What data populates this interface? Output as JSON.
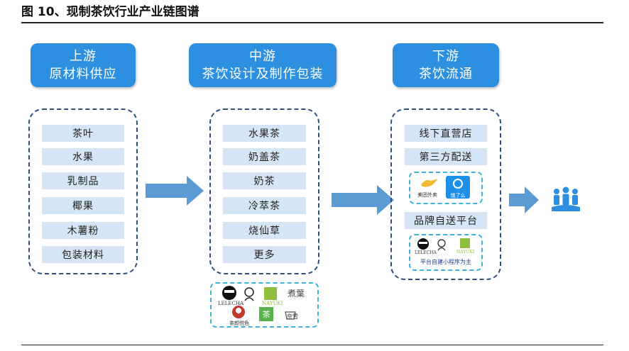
{
  "title": "图 10、现制茶饮行业产业链图谱",
  "stages": [
    {
      "line1": "上游",
      "line2": "原材料供应",
      "items": [
        "茶叶",
        "水果",
        "乳制品",
        "椰果",
        "木薯粉",
        "包装材料"
      ]
    },
    {
      "line1": "中游",
      "line2": "茶饮设计及制作包装",
      "items": [
        "水果茶",
        "奶盖茶",
        "奶茶",
        "冷萃茶",
        "烧仙草",
        "更多"
      ],
      "brands": [
        "LELECHA",
        "煮葉",
        "NAYUKI",
        "茶颜悦色",
        "奈雪",
        "茶"
      ]
    },
    {
      "line1": "下游",
      "line2": "茶饮流通",
      "items": [
        "线下直营店",
        "第三方配送",
        "品牌自送平台"
      ],
      "delivery_apps": [
        "美团外卖",
        "饿了么"
      ],
      "platform_brands": [
        "LELECHA",
        "NAYUKI"
      ],
      "platform_note": "平台自建小程序为主"
    }
  ],
  "end_node": "consumers-icon",
  "colors": {
    "header": "#2d8fe0",
    "item_fill": "#d6e5f5",
    "dash_border": "#2e4f7a",
    "brand_border": "#39b3dc",
    "arrow": "#5b9bd5"
  }
}
